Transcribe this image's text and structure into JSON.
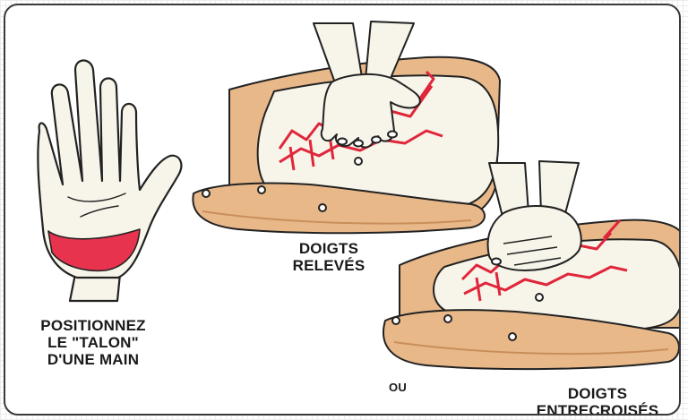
{
  "labels": {
    "heel_of_hand": {
      "line1": "POSITIONNEZ",
      "line2": "LE \"TALON\"",
      "line3": "D'UNE MAIN"
    },
    "fingers_raised": {
      "line1": "DOIGTS",
      "line2": "RELEVÉS"
    },
    "or": "OU",
    "fingers_interlaced": {
      "line1": "DOIGTS",
      "line2": "ENTRECROISÉS"
    }
  },
  "colors": {
    "skin": "#f7f5ea",
    "clothing": "#e8b889",
    "clothing_shadow": "#c98e5a",
    "heel_highlight": "#e8334e",
    "ribcage": "#e0263a",
    "outline": "#222222"
  }
}
